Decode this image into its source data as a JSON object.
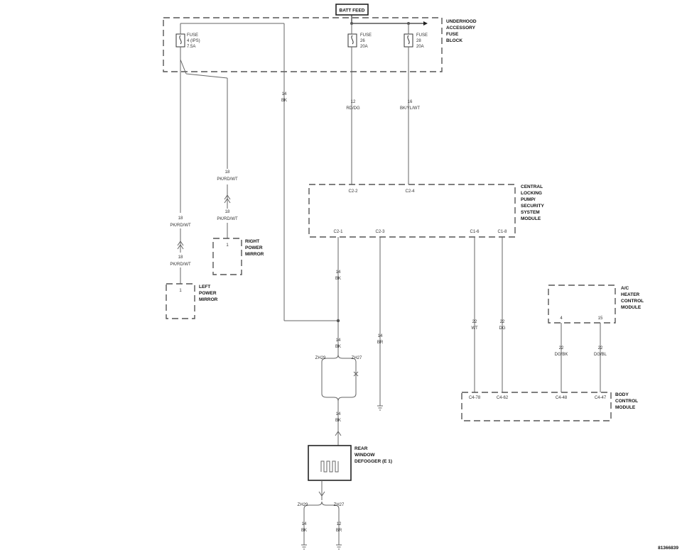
{
  "batt_feed": "BATT FEED",
  "fuse_block": {
    "title": [
      "UNDERHOOD",
      "ACCESSORY",
      "FUSE",
      "BLOCK"
    ],
    "fuse4": [
      "FUSE",
      "4 (IPS)",
      "7.5A"
    ],
    "fuse26": [
      "FUSE",
      "26",
      "20A"
    ],
    "fuse28": [
      "FUSE",
      "28",
      "20A"
    ]
  },
  "wires": {
    "w14bk_top": [
      "14",
      "BK"
    ],
    "w12_rd_dg": [
      "12",
      "RD/DG"
    ],
    "w16_bk_yl_wt": [
      "16",
      "BK/YL/WT"
    ],
    "w18_right_upper": [
      "18",
      "PK/RD/WT"
    ],
    "w18_right_lower": [
      "18",
      "PK/RD/WT"
    ],
    "w18_left_upper": [
      "18",
      "PK/RD/WT"
    ],
    "w18_left_lower": [
      "18",
      "PK/RD/WT"
    ],
    "w14_bk_c21": [
      "14",
      "BK"
    ],
    "w14_bk_splice": [
      "14",
      "BK"
    ],
    "w14_br": [
      "14",
      "BR"
    ],
    "w14_bk_defog": [
      "14",
      "BK"
    ],
    "w22_wt": [
      "22",
      "WT"
    ],
    "w22_dg": [
      "22",
      "DG"
    ],
    "w22_dg_bk": [
      "22",
      "DG/BK"
    ],
    "w22_dg_bl": [
      "22",
      "DG/BL"
    ],
    "w14_bk_bottom": [
      "14",
      "BK"
    ],
    "w12_br_bottom": [
      "12",
      "BR"
    ]
  },
  "central_module": {
    "title": [
      "CENTRAL",
      "LOCKING",
      "PUMP/",
      "SECURITY",
      "SYSTEM",
      "MODULE"
    ],
    "pins": {
      "c22": "C2-2",
      "c24": "C2-4",
      "c21": "C2-1",
      "c23": "C2-3",
      "c16": "C1-6",
      "c18": "C1-8"
    }
  },
  "right_mirror": {
    "pin": "1",
    "title": [
      "RIGHT",
      "POWER",
      "MIRROR"
    ]
  },
  "left_mirror": {
    "pin": "1",
    "title": [
      "LEFT",
      "POWER",
      "MIRROR"
    ]
  },
  "ac_module": {
    "title": [
      "A/C",
      "HEATER",
      "CONTROL",
      "MODULE"
    ],
    "pins": {
      "p4": "4",
      "p15": "15"
    }
  },
  "body_module": {
    "title": [
      "BODY",
      "CONTROL",
      "MODULE"
    ],
    "pins": {
      "c478": "C4-78",
      "c462": "C4-62",
      "c448": "C4-48",
      "c447": "C4-47"
    }
  },
  "splice_labels": {
    "top_left": "ZH29",
    "top_right": "ZH27",
    "bot_left": "ZH29",
    "bot_right": "ZH27"
  },
  "defogger": {
    "title": [
      "REAR",
      "WINDOW",
      "DEFOGGER (E 1)"
    ]
  },
  "figure_id": "81366839"
}
